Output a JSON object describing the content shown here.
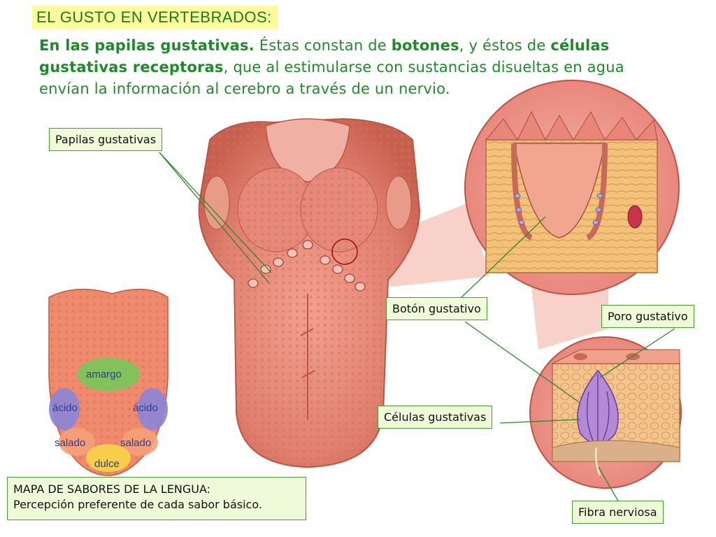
{
  "title": "EL GUSTO EN VERTEBRADOS:",
  "intro": {
    "p1_bold": "En las papilas gustativas.",
    "p1_rest": " Éstas constan de ",
    "p1_b2": "botones",
    "p1_r2": ", y éstos de ",
    "p1_b3": "células gustativas receptoras",
    "p1_r3": ", que al estimularse con sustancias disueltas en agua envían la información al cerebro a través de un nervio."
  },
  "labels": {
    "papilas": "Papilas gustativas",
    "boton": "Botón gustativo",
    "poro": "Poro gustativo",
    "celulas": "Células gustativas",
    "fibra": "Fibra nerviosa"
  },
  "taste_map": {
    "amargo": "amargo",
    "acido_left": "ácido",
    "acido_right": "ácido",
    "salado_left": "salado",
    "salado_right": "salado",
    "dulce": "dulce",
    "colors": {
      "amargo": "#7cc55a",
      "acido": "#8a84d8",
      "salado": "#f4a07a",
      "dulce": "#f7d24a"
    }
  },
  "map_caption": {
    "line1": "MAPA DE SABORES DE LA LENGUA:",
    "line2": "Percepción preferente de cada sabor básico."
  }
}
